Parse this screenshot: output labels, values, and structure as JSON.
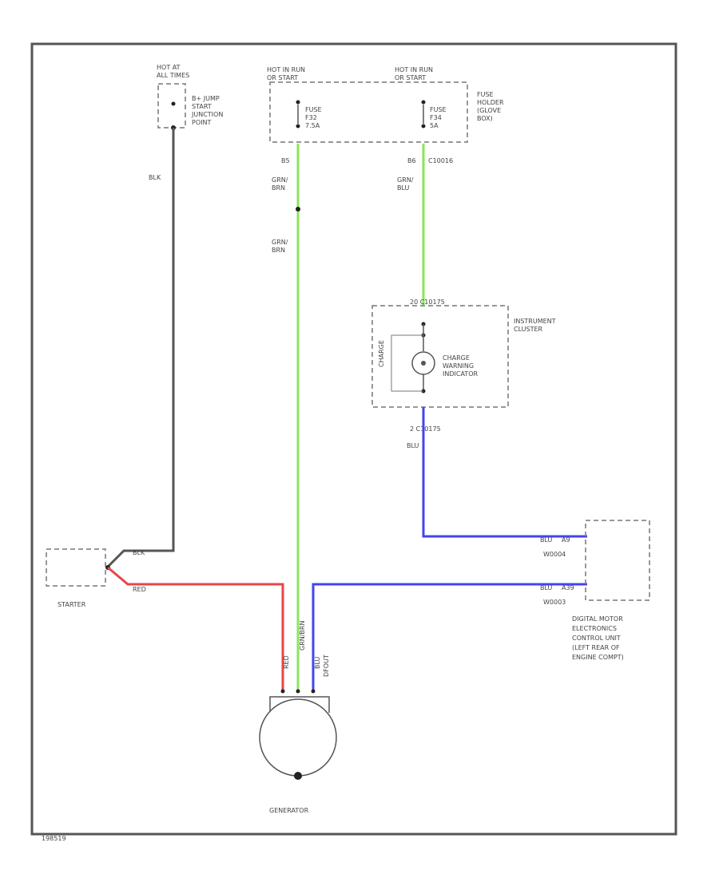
{
  "colors": {
    "blk_wire": "#555555",
    "red_wire": "#e8454a",
    "grn_wire": "#8ae65a",
    "blu_wire": "#4444ee",
    "frame": "#555555"
  },
  "labels": {
    "hot_at_all_times_1": "HOT AT",
    "hot_at_all_times_2": "ALL TIMES",
    "jump_start_1": "B+ JUMP",
    "jump_start_2": "START",
    "jump_start_3": "JUNCTION",
    "jump_start_4": "POINT",
    "hot_in_run_a_1": "HOT IN RUN",
    "hot_in_run_a_2": "OR START",
    "hot_in_run_b_1": "HOT IN RUN",
    "hot_in_run_b_2": "OR START",
    "fuse_a_1": "FUSE",
    "fuse_a_2": "F32",
    "fuse_a_3": "7.5A",
    "fuse_b_1": "FUSE",
    "fuse_b_2": "F34",
    "fuse_b_3": "5A",
    "fuse_holder_1": "FUSE",
    "fuse_holder_2": "HOLDER",
    "fuse_holder_3": "(GLOVE",
    "fuse_holder_4": "BOX)",
    "conn_a": "B5",
    "conn_b_1": "B6",
    "conn_b_2": "C10016",
    "wire_blk": "BLK",
    "wire_grn_brn_a_1": "GRN/",
    "wire_grn_brn_a_2": "BRN",
    "wire_grn_brn_b_1": "GRN/",
    "wire_grn_brn_b_2": "BRN",
    "wire_grn_blu_1": "GRN/",
    "wire_grn_blu_2": "BLU",
    "cluster_conn_top": "20  C10175",
    "cluster_1": "INSTRUMENT",
    "cluster_2": "CLUSTER",
    "indicator_1": "CHARGE",
    "indicator_2": "WARNING",
    "indicator_3": "INDICATOR",
    "cluster_side": "CHARGE",
    "cluster_conn_bottom": "2  C10175",
    "wire_blu_cluster": "BLU",
    "wire_blu_ecu_a": "BLU",
    "conn_ecu_a": "A9",
    "conn_ecu_a_id": "W0004",
    "wire_blu_ecu_b": "BLU",
    "conn_ecu_b": "A39",
    "conn_ecu_b_id": "W0003",
    "starter_blk": "BLK",
    "starter_red": "RED",
    "starter": "STARTER",
    "gen_red": "RED",
    "gen_grnbrn": "GRN/BRN",
    "gen_blu": "BLU",
    "gen_pin": "DFOUT",
    "ecu_1": "DIGITAL MOTOR",
    "ecu_2": "ELECTRONICS",
    "ecu_3": "CONTROL UNIT",
    "ecu_4": "(LEFT REAR OF",
    "ecu_5": "ENGINE COMPT)",
    "generator": "GENERATOR",
    "diagram_id": "198519"
  }
}
